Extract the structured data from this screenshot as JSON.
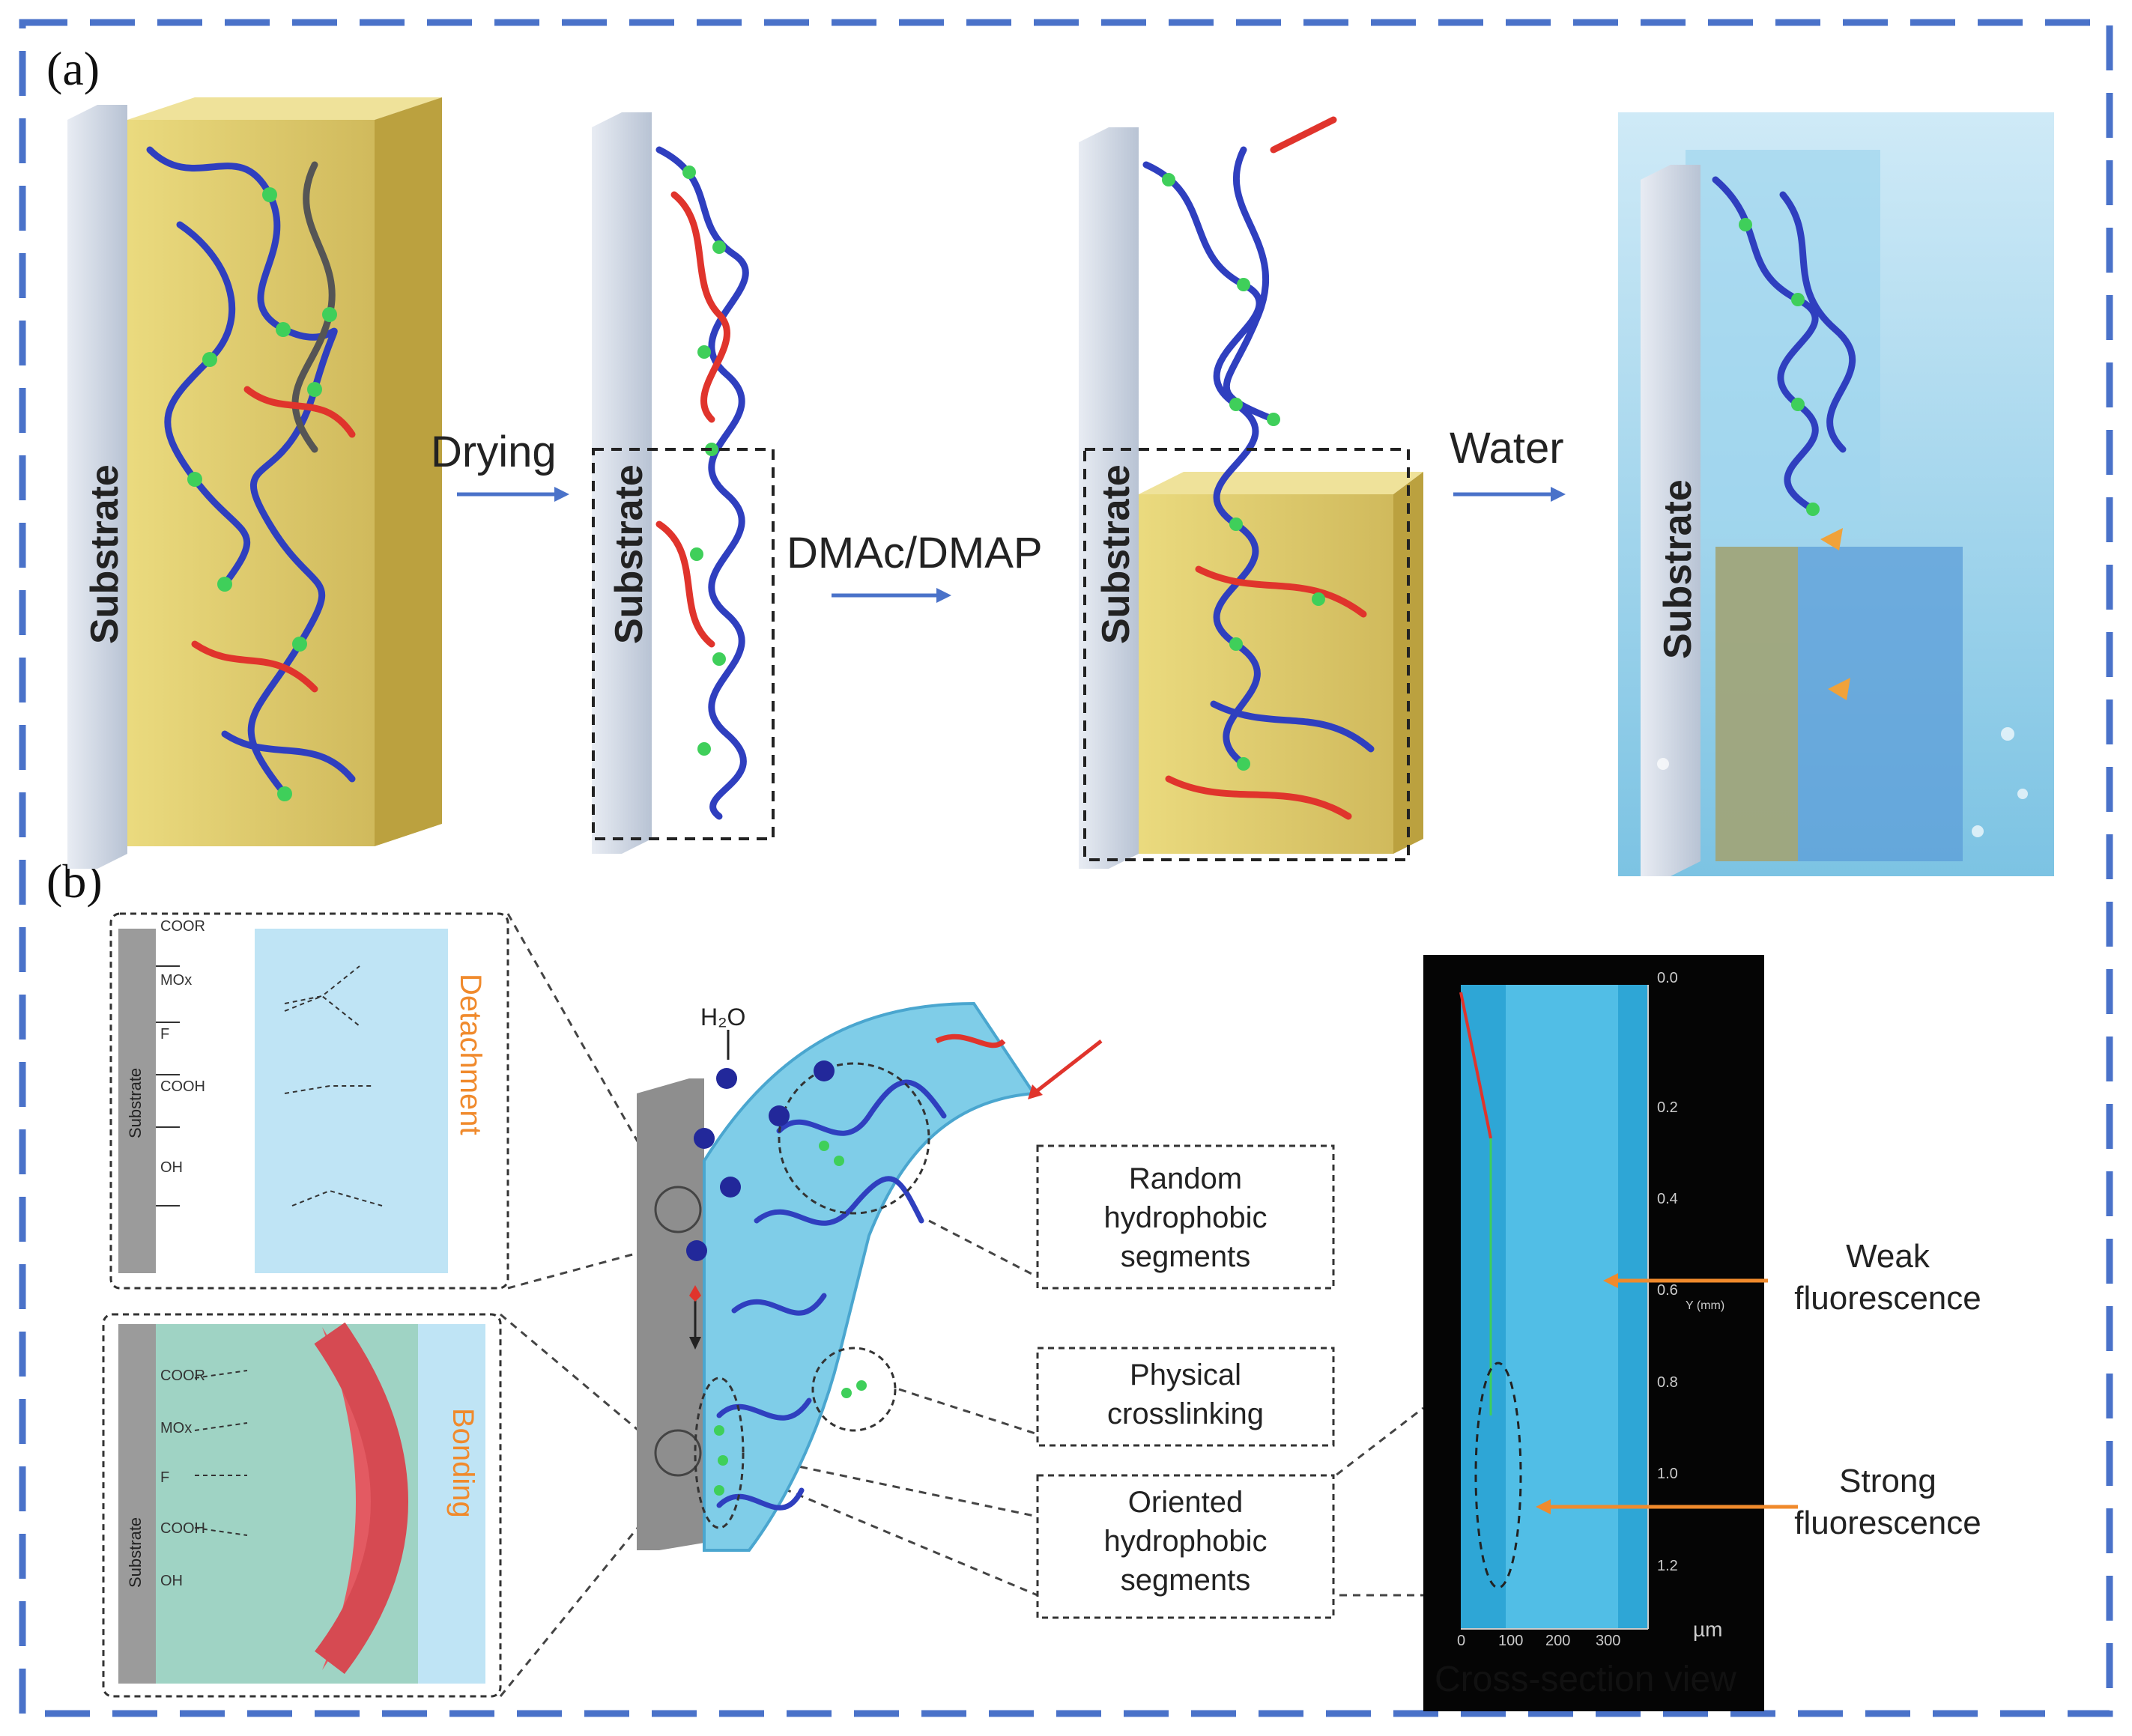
{
  "panels": {
    "a": "(a)",
    "b": "(b)"
  },
  "panel_a": {
    "substrate_label": "Substrate",
    "step_drying": "Drying",
    "step_dmac": "DMAc/DMAP",
    "step_water": "Water"
  },
  "panel_b": {
    "water_label": "H₂O",
    "detachment": "Detachment",
    "bonding": "Bonding",
    "substrate_small": "Substrate",
    "groups": [
      "COOR",
      "MOx",
      "F",
      "COOH",
      "OH"
    ],
    "callout_random": "Random\nhydrophobic\nsegments",
    "callout_physical": "Physical\ncrosslinking",
    "callout_oriented": "Oriented\nhydrophobic\nsegments",
    "microscope": {
      "yticks": [
        "0.0",
        "0.2",
        "0.4",
        "0.6",
        "0.8",
        "1.0",
        "1.2"
      ],
      "y_axis_label": "Y (mm)",
      "xticks": [
        "0",
        "100",
        "200",
        "300"
      ],
      "x_unit": "µm",
      "caption": "Cross-section view"
    },
    "weak": "Weak\nfluorescence",
    "strong": "Strong\nfluorescence"
  },
  "colors": {
    "border": "#4a72c9",
    "gel_yellow": "#d9c45a",
    "chain_blue": "#2f3fbf",
    "chain_red": "#e0342c",
    "bead_green": "#3fcf5a",
    "water_blue": "#7fcde8",
    "orange_accent": "#f08a2c"
  }
}
